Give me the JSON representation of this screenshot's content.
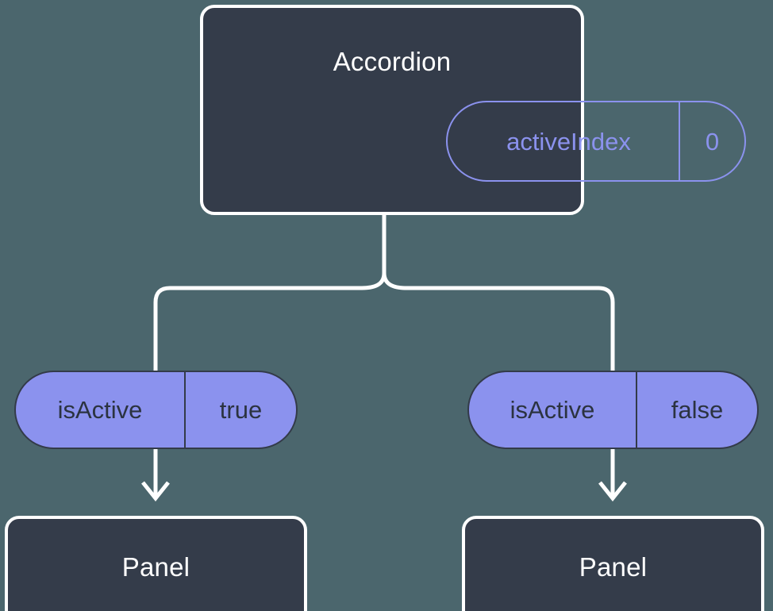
{
  "diagram": {
    "title_node": {
      "label": "Accordion",
      "prop": {
        "key": "activeIndex",
        "value": "0"
      }
    },
    "branches": [
      {
        "side": "left",
        "prop": {
          "key": "isActive",
          "value": "true"
        },
        "child": {
          "label": "Panel"
        }
      },
      {
        "side": "right",
        "prop": {
          "key": "isActive",
          "value": "false"
        },
        "child": {
          "label": "Panel"
        }
      }
    ],
    "colors": {
      "background": "#4b666d",
      "card_fill": "#343c4a",
      "card_stroke": "#ffffff",
      "accent_purple": "#8b92ee",
      "pill_text_dark": "#2b3340",
      "connector": "#ffffff"
    }
  }
}
